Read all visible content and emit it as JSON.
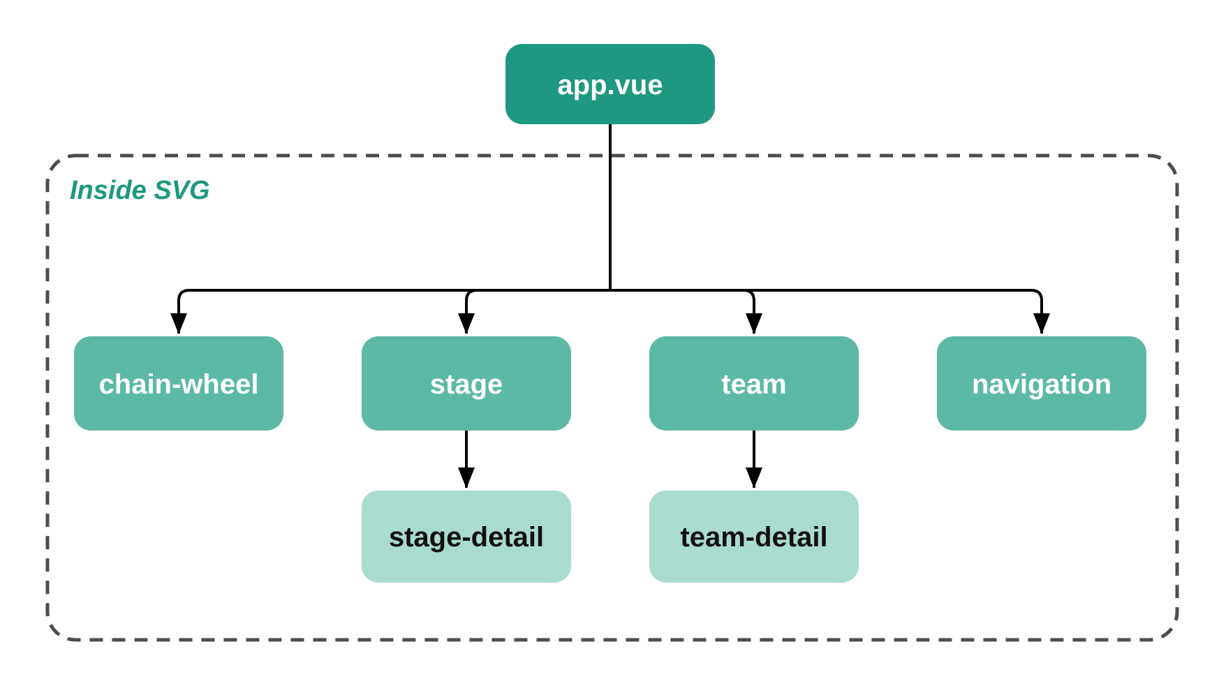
{
  "page": {
    "background": "#ffffff"
  },
  "diagram": {
    "type": "component-tree",
    "container": {
      "label": "Inside SVG",
      "border_color": "#4d4d4d",
      "label_color": "#1f9880"
    },
    "connector_color": "#000000",
    "nodes": {
      "root": {
        "label": "app.vue",
        "fill": "#1f9880",
        "text_color": "#ffffff",
        "level": "root"
      },
      "chain_wheel": {
        "label": "chain-wheel",
        "fill": "#5cb9a6",
        "text_color": "#ffffff",
        "level": "child"
      },
      "stage": {
        "label": "stage",
        "fill": "#5cb9a6",
        "text_color": "#ffffff",
        "level": "child"
      },
      "team": {
        "label": "team",
        "fill": "#5cb9a6",
        "text_color": "#ffffff",
        "level": "child"
      },
      "navigation": {
        "label": "navigation",
        "fill": "#5cb9a6",
        "text_color": "#ffffff",
        "level": "child"
      },
      "stage_detail": {
        "label": "stage-detail",
        "fill": "#a9dbce",
        "text_color": "#111111",
        "level": "detail"
      },
      "team_detail": {
        "label": "team-detail",
        "fill": "#a9dbce",
        "text_color": "#111111",
        "level": "detail"
      }
    },
    "edges": [
      {
        "from": "app.vue",
        "to": "chain-wheel"
      },
      {
        "from": "app.vue",
        "to": "stage"
      },
      {
        "from": "app.vue",
        "to": "team"
      },
      {
        "from": "app.vue",
        "to": "navigation"
      },
      {
        "from": "stage",
        "to": "stage-detail"
      },
      {
        "from": "team",
        "to": "team-detail"
      }
    ]
  }
}
